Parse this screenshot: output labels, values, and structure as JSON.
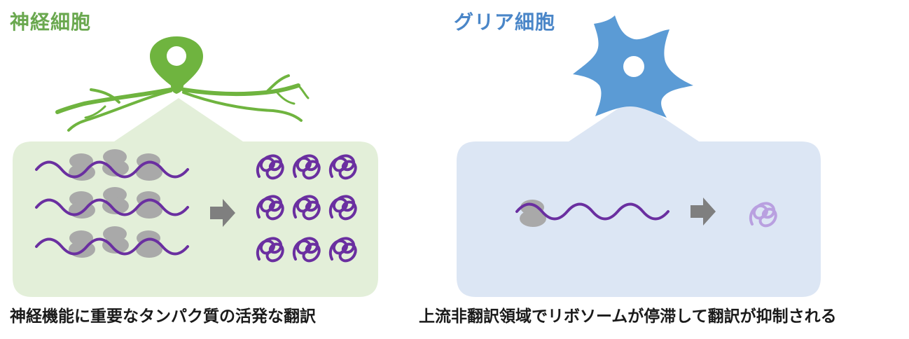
{
  "panels": {
    "neuron": {
      "title": "神経細胞",
      "caption": "神経機能に重要なタンパク質の活発な翻訳"
    },
    "glia": {
      "title": "グリア細胞",
      "caption": "上流非翻訳領域でリボソームが停滞して翻訳が抑制される"
    }
  },
  "colors": {
    "neuron_title": "#6aa84f",
    "neuron_cell": "#6fb43f",
    "neuron_box": "#e3efd9",
    "glia_title": "#4a86c8",
    "glia_cell": "#5b9bd5",
    "glia_box": "#dce6f4",
    "mrna": "#6a2fa0",
    "protein_faded": "#b9a0e0",
    "ribosome": "#a9a9a9",
    "arrow": "#7f7f7f"
  }
}
